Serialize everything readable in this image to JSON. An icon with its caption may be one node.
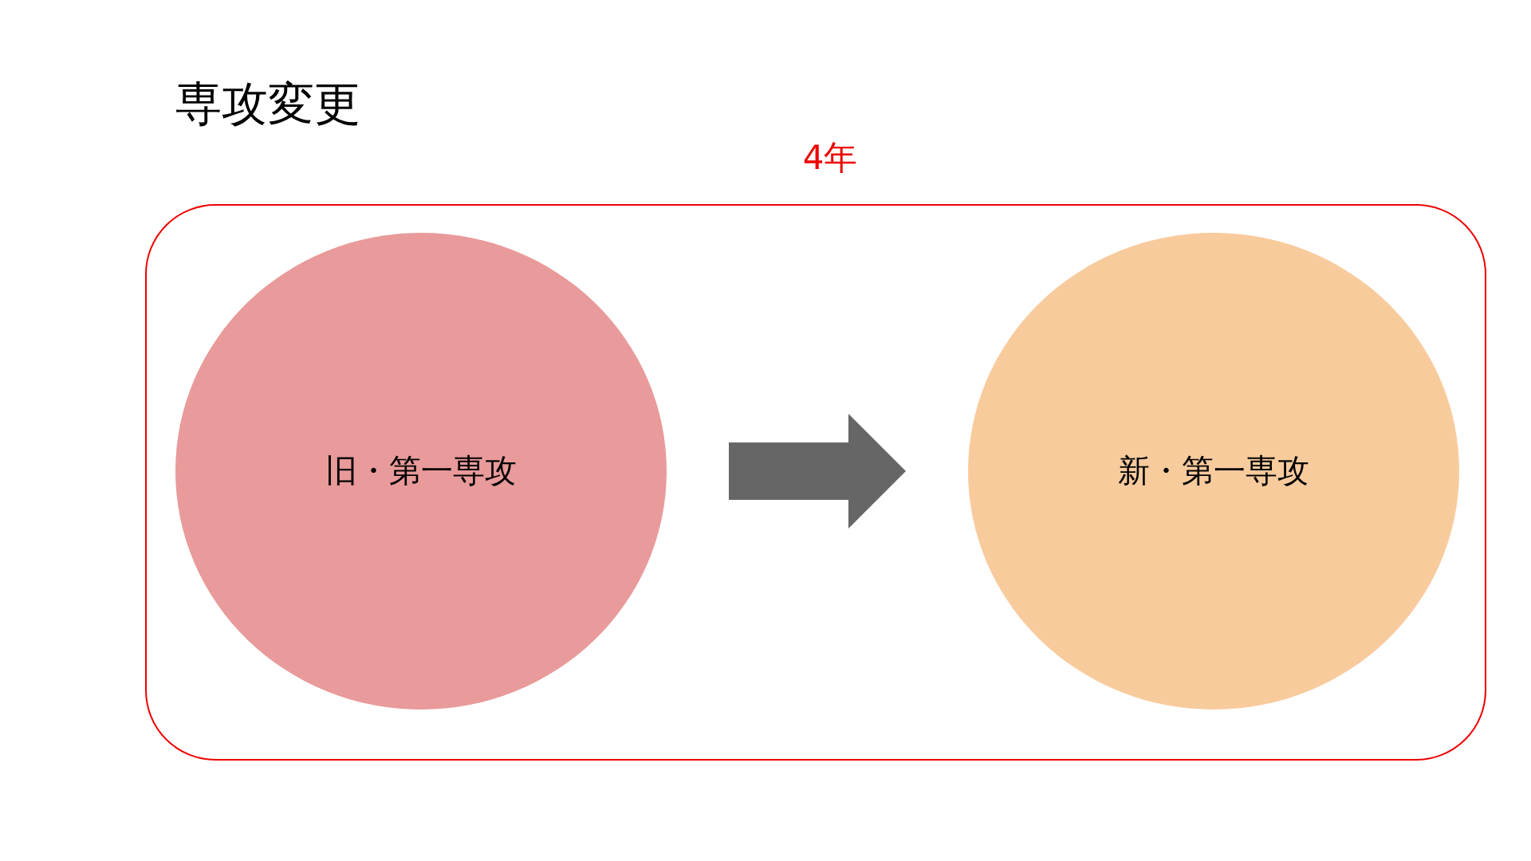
{
  "diagram": {
    "title": "専攻変更",
    "nodes": [
      {
        "text": [
          "4年"
        ]
      },
      {
        "text": [
          "旧・第一専攻"
        ],
        "in": 0
      },
      {
        "text": [
          "新・第一専攻"
        ],
        "in": 0
      }
    ],
    "edges": [
      {
        "from": 1,
        "to": 2,
        "arrow": "to",
        "style": "thick"
      }
    ]
  }
}
